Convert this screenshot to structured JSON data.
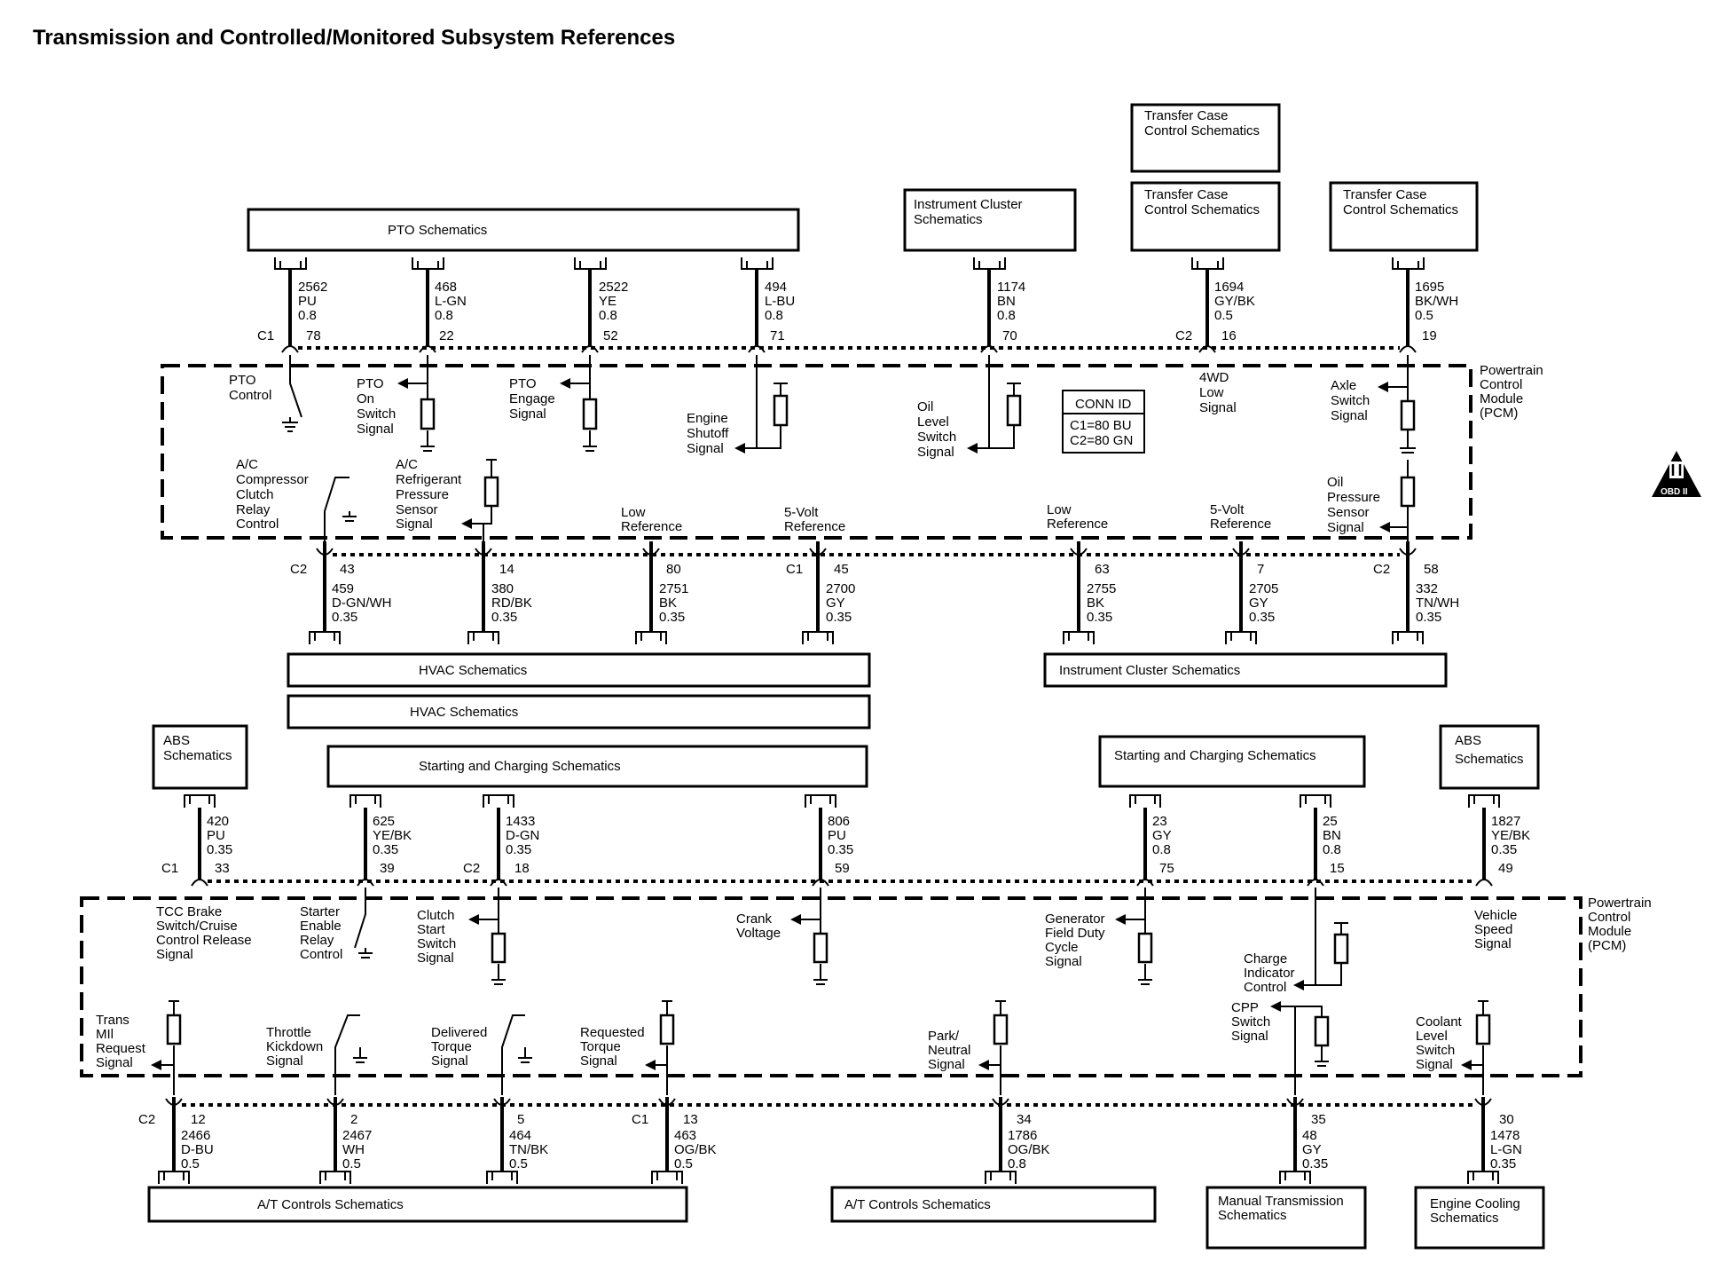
{
  "title": "Transmission and Controlled/Monitored Subsystem References",
  "module_label": [
    "Powertrain",
    "Control",
    "Module",
    "(PCM)"
  ],
  "conn_id": {
    "heading": "CONN ID",
    "c1": "C1=80 BU",
    "c2": "C2=80 GN"
  },
  "obd_badge": "OBD II",
  "boxes": {
    "pto": "PTO Schematics",
    "ic_top": [
      "Instrument Cluster",
      "Schematics"
    ],
    "tc_a": [
      "Transfer Case",
      "Control Schematics"
    ],
    "tc_b": [
      "Transfer Case",
      "Control Schematics"
    ],
    "tc_c": [
      "Transfer Case",
      "Control Schematics"
    ],
    "hvac_a": "HVAC Schematics",
    "hvac_b": "HVAC Schematics",
    "ic_bottom": "Instrument Cluster Schematics",
    "abs_left": [
      "ABS",
      "Schematics"
    ],
    "sc_left": "Starting and Charging Schematics",
    "sc_right": "Starting and Charging Schematics",
    "abs_right": [
      "ABS",
      "Schematics"
    ],
    "at_left": "A/T Controls Schematics",
    "at_mid": "A/T Controls Schematics",
    "manual": [
      "Manual Transmission",
      "Schematics"
    ],
    "cooling": [
      "Engine Cooling",
      "Schematics"
    ]
  },
  "connectors": {
    "c1": "C1",
    "c2": "C2"
  },
  "top_wires": [
    {
      "circuit": "2562",
      "color": "PU",
      "gauge": "0.8",
      "pin": "78"
    },
    {
      "circuit": "468",
      "color": "L-GN",
      "gauge": "0.8",
      "pin": "22"
    },
    {
      "circuit": "2522",
      "color": "YE",
      "gauge": "0.8",
      "pin": "52"
    },
    {
      "circuit": "494",
      "color": "L-BU",
      "gauge": "0.8",
      "pin": "71"
    },
    {
      "circuit": "1174",
      "color": "BN",
      "gauge": "0.8",
      "pin": "70"
    },
    {
      "circuit": "1694",
      "color": "GY/BK",
      "gauge": "0.5",
      "pin": "16"
    },
    {
      "circuit": "1695",
      "color": "BK/WH",
      "gauge": "0.5",
      "pin": "19"
    }
  ],
  "mid_wires": [
    {
      "circuit": "459",
      "color": "D-GN/WH",
      "gauge": "0.35",
      "pin": "43"
    },
    {
      "circuit": "380",
      "color": "RD/BK",
      "gauge": "0.35",
      "pin": "14"
    },
    {
      "circuit": "2751",
      "color": "BK",
      "gauge": "0.35",
      "pin": "80"
    },
    {
      "circuit": "2700",
      "color": "GY",
      "gauge": "0.35",
      "pin": "45"
    },
    {
      "circuit": "2755",
      "color": "BK",
      "gauge": "0.35",
      "pin": "63"
    },
    {
      "circuit": "2705",
      "color": "GY",
      "gauge": "0.35",
      "pin": "7"
    },
    {
      "circuit": "332",
      "color": "TN/WH",
      "gauge": "0.35",
      "pin": "58"
    }
  ],
  "low_top_wires": [
    {
      "circuit": "420",
      "color": "PU",
      "gauge": "0.35",
      "pin": "33"
    },
    {
      "circuit": "625",
      "color": "YE/BK",
      "gauge": "0.35",
      "pin": "39"
    },
    {
      "circuit": "1433",
      "color": "D-GN",
      "gauge": "0.35",
      "pin": "18"
    },
    {
      "circuit": "806",
      "color": "PU",
      "gauge": "0.35",
      "pin": "59"
    },
    {
      "circuit": "23",
      "color": "GY",
      "gauge": "0.8",
      "pin": "75"
    },
    {
      "circuit": "25",
      "color": "BN",
      "gauge": "0.8",
      "pin": "15"
    },
    {
      "circuit": "1827",
      "color": "YE/BK",
      "gauge": "0.35",
      "pin": "49"
    }
  ],
  "low_bottom_wires": [
    {
      "circuit": "2466",
      "color": "D-BU",
      "gauge": "0.5",
      "pin": "12"
    },
    {
      "circuit": "2467",
      "color": "WH",
      "gauge": "0.5",
      "pin": "2"
    },
    {
      "circuit": "464",
      "color": "TN/BK",
      "gauge": "0.5",
      "pin": "5"
    },
    {
      "circuit": "463",
      "color": "OG/BK",
      "gauge": "0.5",
      "pin": "13"
    },
    {
      "circuit": "1786",
      "color": "OG/BK",
      "gauge": "0.8",
      "pin": "34"
    },
    {
      "circuit": "48",
      "color": "GY",
      "gauge": "0.35",
      "pin": "35"
    },
    {
      "circuit": "1478",
      "color": "L-GN",
      "gauge": "0.35",
      "pin": "30"
    }
  ],
  "signals": {
    "pto_control": [
      "PTO",
      "Control"
    ],
    "pto_on": [
      "PTO",
      "On",
      "Switch",
      "Signal"
    ],
    "pto_engage": [
      "PTO",
      "Engage",
      "Signal"
    ],
    "engine_shutoff": [
      "Engine",
      "Shutoff",
      "Signal"
    ],
    "oil_level": [
      "Oil",
      "Level",
      "Switch",
      "Signal"
    ],
    "low_4wd": [
      "4WD",
      "Low",
      "Signal"
    ],
    "axle_switch": [
      "Axle",
      "Switch",
      "Signal"
    ],
    "oil_pressure": [
      "Oil",
      "Pressure",
      "Sensor",
      "Signal"
    ],
    "ac_clutch": [
      "A/C",
      "Compressor",
      "Clutch",
      "Relay",
      "Control"
    ],
    "ac_pressure": [
      "A/C",
      "Refrigerant",
      "Pressure",
      "Sensor",
      "Signal"
    ],
    "low_ref_a": [
      "Low",
      "Reference"
    ],
    "vref_a": [
      "5-Volt",
      "Reference"
    ],
    "low_ref_b": [
      "Low",
      "Reference"
    ],
    "vref_b": [
      "5-Volt",
      "Reference"
    ],
    "tcc_brake": [
      "TCC Brake",
      "Switch/Cruise",
      "Control Release",
      "Signal"
    ],
    "starter": [
      "Starter",
      "Enable",
      "Relay",
      "Control"
    ],
    "clutch_start": [
      "Clutch",
      "Start",
      "Switch",
      "Signal"
    ],
    "crank": [
      "Crank",
      "Voltage"
    ],
    "generator": [
      "Generator",
      "Field Duty",
      "Cycle",
      "Signal"
    ],
    "charge": [
      "Charge",
      "Indicator",
      "Control"
    ],
    "vss": [
      "Vehicle",
      "Speed",
      "Signal"
    ],
    "trans_mil": [
      "Trans",
      "MIl",
      "Request",
      "Signal"
    ],
    "throttle": [
      "Throttle",
      "Kickdown",
      "Signal"
    ],
    "delivered": [
      "Delivered",
      "Torque",
      "Signal"
    ],
    "requested": [
      "Requested",
      "Torque",
      "Signal"
    ],
    "park_neutral": [
      "Park/",
      "Neutral",
      "Signal"
    ],
    "cpp": [
      "CPP",
      "Switch",
      "Signal"
    ],
    "coolant": [
      "Coolant",
      "Level",
      "Switch",
      "Signal"
    ]
  }
}
